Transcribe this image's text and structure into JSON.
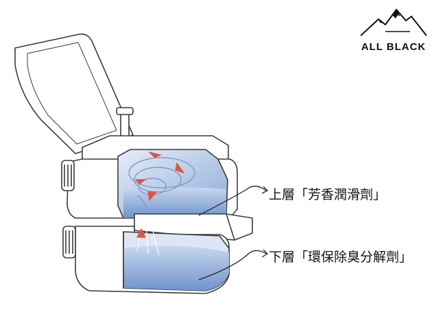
{
  "brand": {
    "name": "ALL BLACK",
    "icon": "mountain-logo-icon"
  },
  "labels": {
    "upper_layer": "上層「芳香潤滑劑」",
    "lower_layer": "下層「環保除臭分解劑」"
  },
  "colors": {
    "outline": "#3a3a3a",
    "water": "#8fb1dd",
    "water_dark": "#5f86c4",
    "flow_arrow": "#e0553a",
    "text": "#111111"
  },
  "icons": {
    "flow": "red-flow-arrow-icon",
    "pointer": "callout-arrow-icon"
  }
}
